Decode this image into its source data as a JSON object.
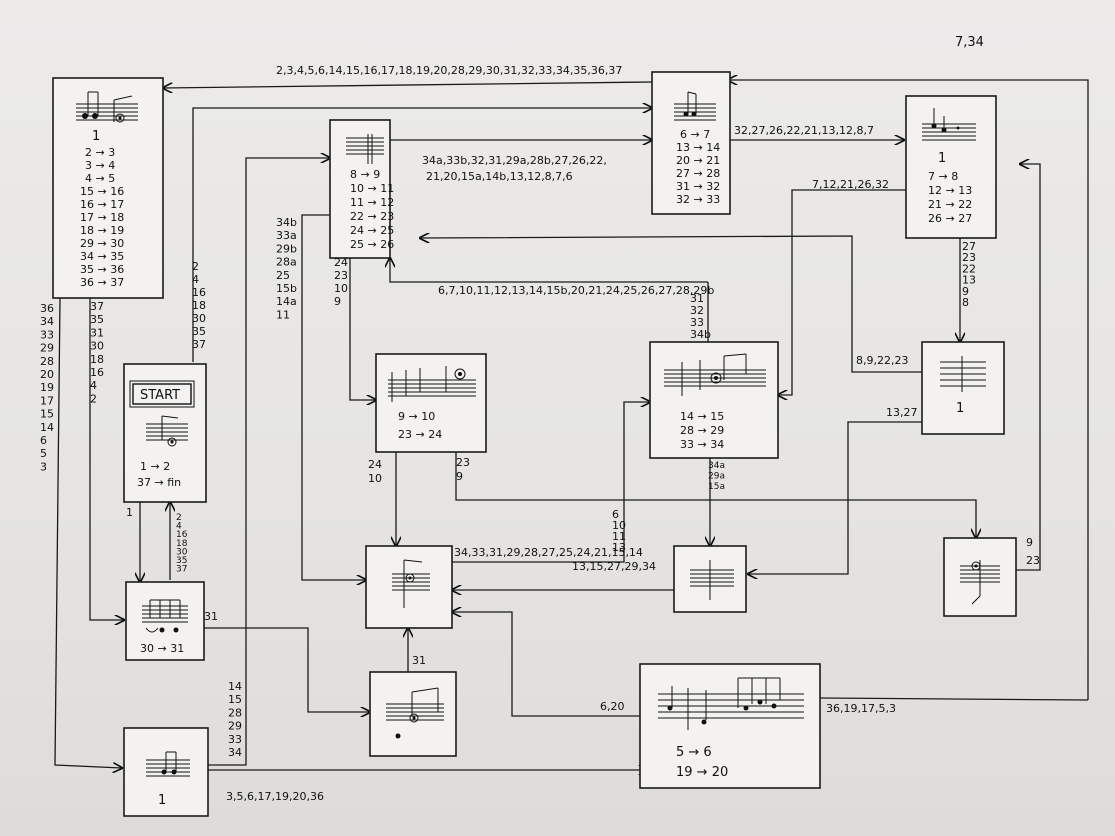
{
  "corner_note": "7,34",
  "start_label": "START",
  "nodes": {
    "n1": {
      "id_label": "1",
      "transitions": [
        "2 → 3",
        "3 → 4",
        "4 → 5",
        "15 → 16",
        "16 → 17",
        "17 → 18",
        "18 → 19",
        "29 → 30",
        "34 → 35",
        "35 → 36",
        "36 → 37"
      ]
    },
    "start": {
      "transitions": [
        "1 → 2",
        "37 → fin"
      ]
    },
    "n30": {
      "transitions": [
        "30 → 31"
      ]
    },
    "n_bl": {
      "id_label": "1"
    },
    "n8": {
      "transitions": [
        "8 → 9",
        "10 → 11",
        "11 → 12",
        "22 → 23",
        "24 → 25",
        "25 → 26"
      ]
    },
    "n9": {
      "transitions": [
        "9 → 10",
        "23 → 24"
      ]
    },
    "n_center": {},
    "n_31": {},
    "n6": {
      "transitions": [
        "6 → 7",
        "13 → 14",
        "20 → 21",
        "27 → 28",
        "31 → 32",
        "32 → 33"
      ]
    },
    "n7": {
      "id_label": "1",
      "transitions": [
        "7 → 8",
        "12 → 13",
        "21 → 22",
        "26 → 27"
      ]
    },
    "n14": {
      "transitions": [
        "14 → 15",
        "28 → 29",
        "33 → 34"
      ]
    },
    "n_rmid": {
      "id_label": "1"
    },
    "n_small": {},
    "n_r": {},
    "n5": {
      "transitions": [
        "5 → 6",
        "19 → 20"
      ]
    }
  },
  "edge_labels": {
    "top": "2,3,4,5,6,14,15,16,17,18,19,20,28,29,30,31,32,33,34,35,36,37",
    "n8_to_n6_a": "34a,33b,32,31,29a,28b,27,26,22,",
    "n8_to_n6_b": "21,20,15a,14b,13,12,8,7,6",
    "n6_to_n7": "32,27,26,22,21,13,12,8,7",
    "n7_feed": "7,12,21,26,32",
    "n7_down": [
      "27",
      "23",
      "22",
      "13",
      "9",
      "8"
    ],
    "rmid_left": "8,9,22,23",
    "rmid_down": "13,27",
    "mid_horiz": "6,7,10,11,12,13,14,15b,20,21,24,25,26,27,28,29b",
    "mid_right_col": [
      "31",
      "32",
      "33",
      "34b"
    ],
    "n8_left_col": [
      "34b",
      "33a",
      "29b",
      "28a",
      "25",
      "15b",
      "14a",
      "11"
    ],
    "n8_down": [
      "24",
      "23",
      "10",
      "9"
    ],
    "start_up": [
      "2",
      "4",
      "16",
      "18",
      "30",
      "35",
      "37"
    ],
    "n1_left": [
      "36",
      "34",
      "33",
      "29",
      "28",
      "20",
      "19",
      "17",
      "15",
      "14",
      "6",
      "5",
      "3"
    ],
    "n1_right": [
      "37",
      "35",
      "31",
      "30",
      "18",
      "16",
      "4",
      "2"
    ],
    "start_right": [
      "2",
      "4",
      "16",
      "18",
      "30",
      "35",
      "37"
    ],
    "start_down": "1",
    "n30_right": "31",
    "bl_up": [
      "14",
      "15",
      "28",
      "29",
      "33",
      "34"
    ],
    "bl_right": "3,5,6,17,19,20,36",
    "n9_left": [
      "24",
      "10"
    ],
    "n9_right": [
      "23",
      "9"
    ],
    "center_right": "34,33,31,29,28,27,25,24,21,15,14",
    "center_up_col": [
      "6",
      "10",
      "11",
      "13"
    ],
    "n14_down": [
      "34a",
      "29a",
      "15a"
    ],
    "nsmall_left": "13,15,27,29,34",
    "nr_right": [
      "9",
      "23"
    ],
    "n31_up": "31",
    "n5_left": "6,20",
    "n5_right": "36,19,17,5,3"
  }
}
